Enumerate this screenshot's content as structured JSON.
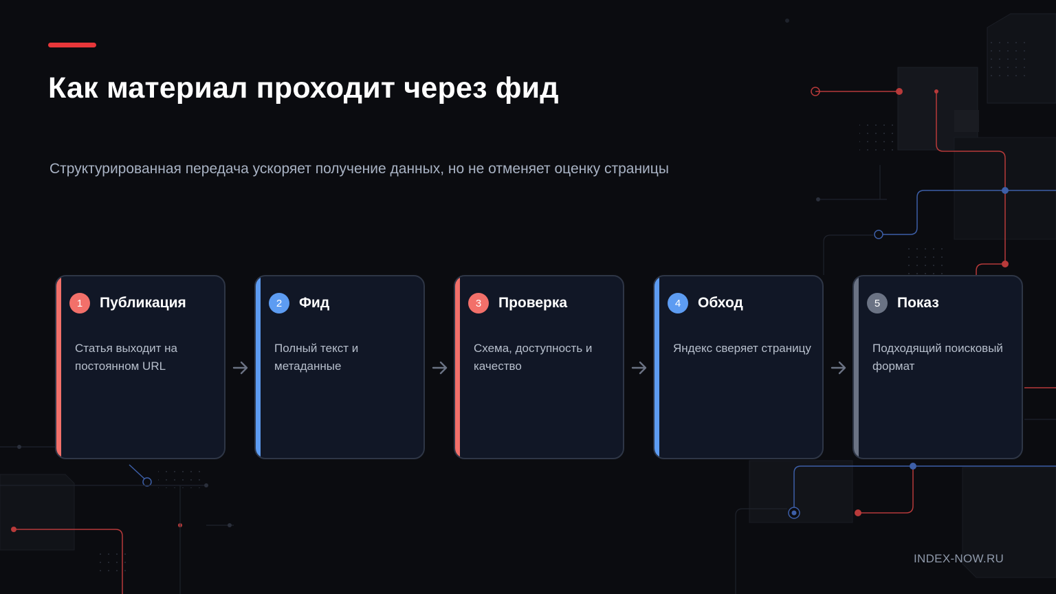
{
  "slide": {
    "title": "Как материал проходит через фид",
    "subtitle": "Структурированная передача ускоряет получение данных, но не отменяет оценку страницы",
    "footer": "INDEX-NOW.RU"
  },
  "steps": [
    {
      "number": "1",
      "title": "Публикация",
      "description": "Статья выходит на постоянном URL",
      "accent": "#f2706a"
    },
    {
      "number": "2",
      "title": "Фид",
      "description": "Полный текст и метаданные",
      "accent": "#5d9cf2"
    },
    {
      "number": "3",
      "title": "Проверка",
      "description": "Схема, доступность и качество",
      "accent": "#f2706a"
    },
    {
      "number": "4",
      "title": "Обход",
      "description": "Яндекс сверяет страницу",
      "accent": "#5d9cf2"
    },
    {
      "number": "5",
      "title": "Показ",
      "description": "Подходящий поисковый формат",
      "accent": "#6b7384"
    }
  ],
  "colors": {
    "background": "#0b0c10",
    "accent_bar": "#e8373a",
    "card_bg": "#111726",
    "card_border": "#2e3646",
    "arrow": "#6b7384",
    "circuit_red": "#b83a3a",
    "circuit_blue": "#3d5fa8"
  }
}
